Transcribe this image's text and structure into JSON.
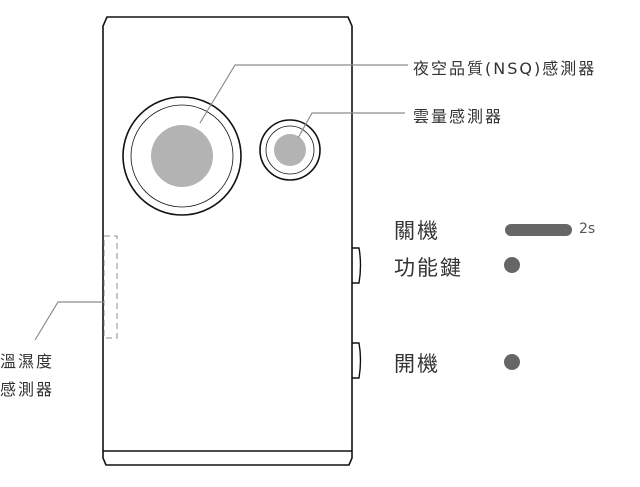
{
  "labels": {
    "nsq_sensor": "夜空品質(NSQ)感測器",
    "cloud_sensor": "雲量感測器",
    "temp_humidity_line1": "溫濕度",
    "temp_humidity_line2": "感測器",
    "power_off": "關機",
    "power_off_duration": "2s",
    "function_key": "功能鍵",
    "power_on": "開機"
  },
  "colors": {
    "outline": "#111111",
    "sensor_fill": "#b3b3b3",
    "leader": "#8c8c8c",
    "indicator": "#666666"
  }
}
